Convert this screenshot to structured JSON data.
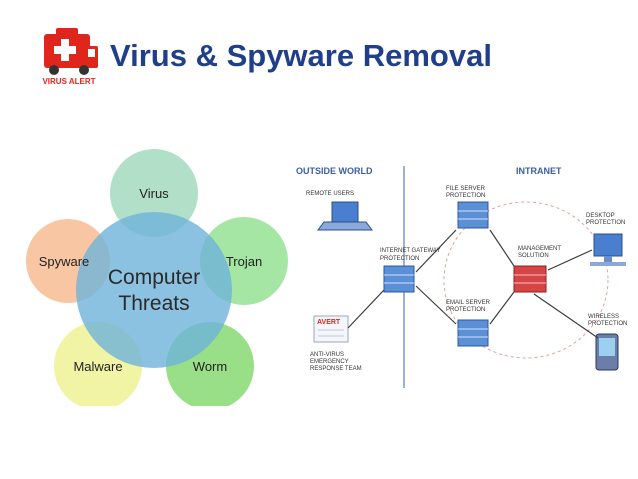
{
  "slide": {
    "title": "Virus & Spyware Removal",
    "logo": {
      "text": "VIRUS ALERT",
      "icon": "ambulance-icon",
      "color": "#e0251c"
    },
    "accent_color": "#1f3f8a"
  },
  "threats_diagram": {
    "center_line1": "Computer",
    "center_line2": "Threats",
    "nodes": [
      {
        "id": "virus",
        "label": "Virus",
        "color": "#a8dcc1"
      },
      {
        "id": "trojan",
        "label": "Trojan",
        "color": "#9be39a"
      },
      {
        "id": "worm",
        "label": "Worm",
        "color": "#8ddc7a"
      },
      {
        "id": "malware",
        "label": "Malware",
        "color": "#eef39a"
      },
      {
        "id": "spyware",
        "label": "Spyware",
        "color": "#f8c09a"
      }
    ],
    "center_color": "#6fb3d9"
  },
  "network_diagram": {
    "headers": {
      "outside": "OUTSIDE WORLD",
      "intranet": "INTRANET"
    },
    "labels": {
      "remote_users": "REMOTE USERS",
      "file_server_1": "FILE SERVER",
      "file_server_2": "PROTECTION",
      "desktop_1": "DESKTOP",
      "desktop_2": "PROTECTION",
      "gateway_1": "INTERNET GATEWAY",
      "gateway_2": "PROTECTION",
      "mgmt_1": "MANAGEMENT",
      "mgmt_2": "SOLUTION",
      "email_1": "EMAIL SERVER",
      "email_2": "PROTECTION",
      "wireless_1": "WIRELESS",
      "wireless_2": "PROTECTION",
      "avert_badge": "AVERT",
      "avert_1": "ANTI-VIRUS",
      "avert_2": "EMERGENCY",
      "avert_3": "RESPONSE TEAM"
    },
    "colors": {
      "header": "#3b5ea8",
      "server": "#5b8fd6",
      "mgmt": "#d64545",
      "avert": "#e0251c"
    }
  }
}
